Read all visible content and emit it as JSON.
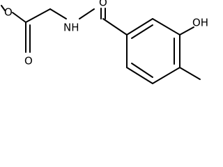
{
  "molecule": {
    "atoms": {
      "ester_single_oxygen": "O",
      "ester_carbonyl_oxygen": "O",
      "amide_nitrogen": "NH",
      "amide_carbonyl_oxygen": "O",
      "phenol_hydroxyl": "OH"
    }
  }
}
